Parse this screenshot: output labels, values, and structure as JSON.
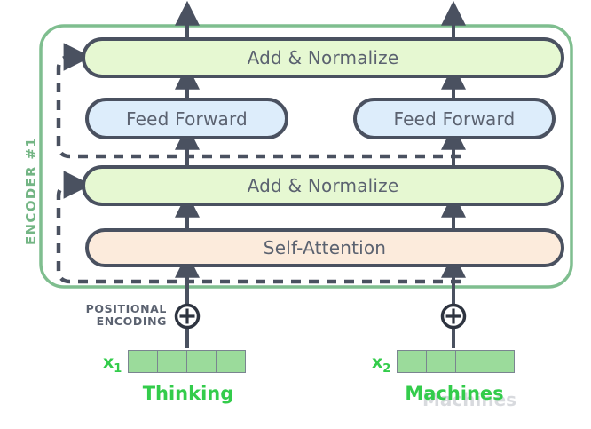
{
  "diagram": {
    "encoder_label": "ENCODER #1",
    "positional_encoding_line1": "POSITIONAL",
    "positional_encoding_line2": "ENCODING",
    "plus_symbol": "+",
    "blocks": {
      "add_norm_top": "Add & Normalize",
      "feed_forward_left": "Feed Forward",
      "feed_forward_right": "Feed Forward",
      "add_norm_bottom": "Add & Normalize",
      "self_attention": "Self-Attention"
    },
    "inputs": [
      {
        "x_label": "x",
        "x_sub": "1",
        "word": "Thinking",
        "cells": 4
      },
      {
        "x_label": "x",
        "x_sub": "2",
        "word": "Machines",
        "cells": 4
      }
    ],
    "ghost_text": "Machines"
  },
  "colors": {
    "encoder_border": "#7FBE8F",
    "encoder_label": "#73B584",
    "block_stroke": "#4A5160",
    "block_text": "#5B6270",
    "add_norm_fill": "#E6F8D2",
    "feed_forward_fill": "#DDEDFB",
    "self_attention_fill": "#FCEBDC",
    "arrow": "#4A5160",
    "embedding_fill": "#9BDB9B",
    "embedding_stroke": "#7A8490",
    "word_text": "#33CC4B"
  }
}
